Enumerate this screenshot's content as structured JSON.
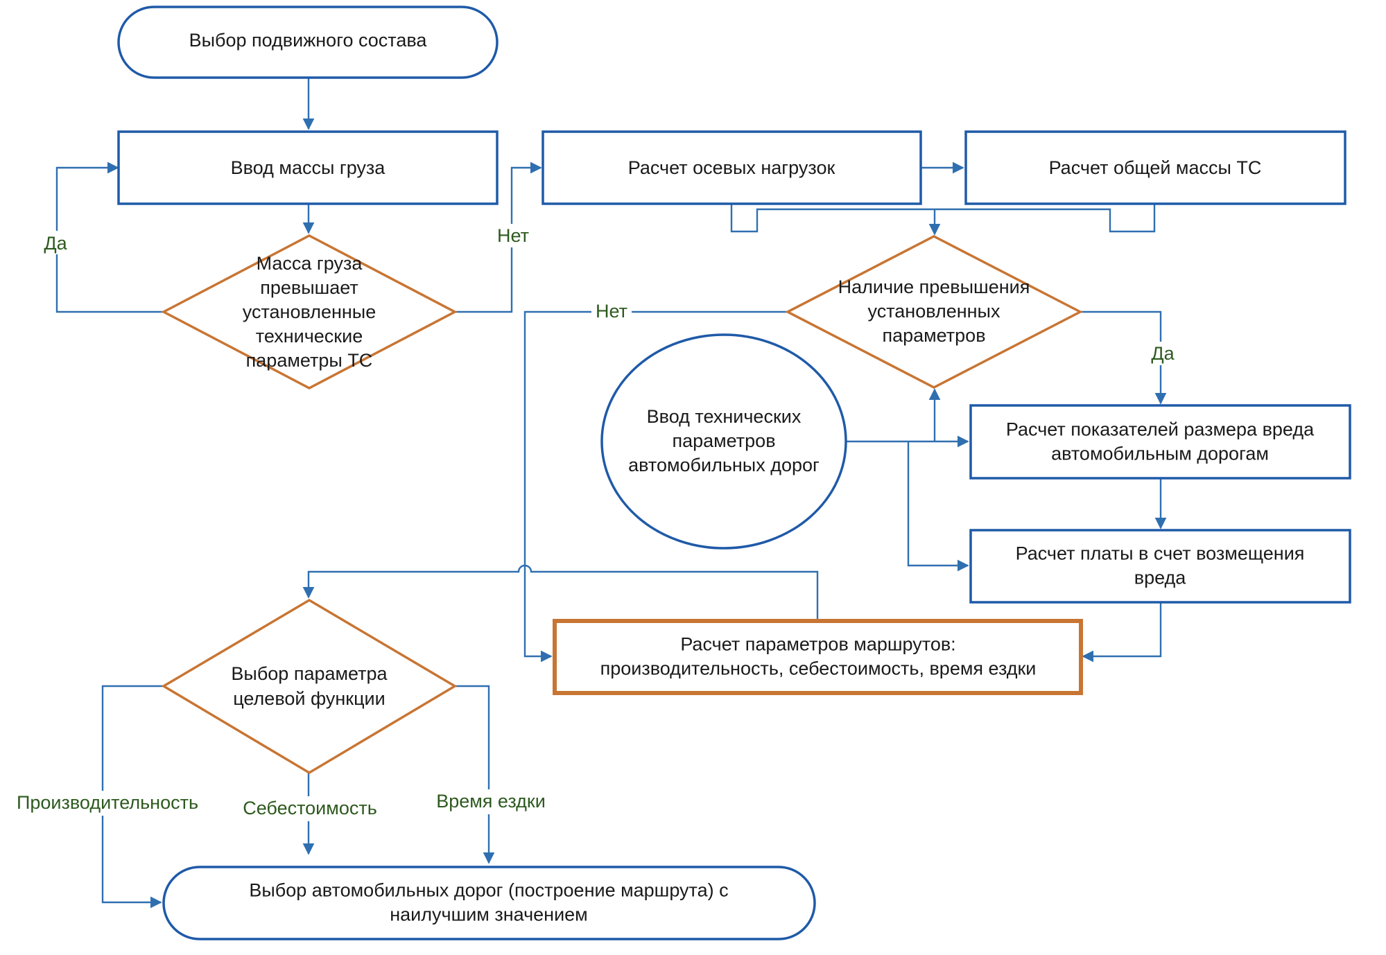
{
  "colors": {
    "node_border": "#1f5aa8",
    "decision_border": "#c87533",
    "connector": "#2f6fb0",
    "edge_label": "#2d5a1e",
    "text": "#1a1a1a"
  },
  "nodes": {
    "start": [
      "Выбор подвижного состава"
    ],
    "mass_input": [
      "Ввод массы груза"
    ],
    "axle_loads": [
      "Расчет осевых нагрузок"
    ],
    "total_mass": [
      "Расчет общей массы ТС"
    ],
    "check_mass": [
      "Масса груза",
      "превышает",
      "установленные",
      "технические",
      "параметры ТС"
    ],
    "check_exceed": [
      "Наличие превышения",
      "установленных",
      "параметров"
    ],
    "road_params": [
      "Ввод технических",
      "параметров",
      "автомобильных дорог"
    ],
    "damage_calc": [
      "Расчет показателей размера вреда",
      "автомобильным дорогам"
    ],
    "fee_calc": [
      "Расчет платы в счет возмещения",
      "вреда"
    ],
    "route_params": [
      "Расчет параметров маршрутов:",
      "производительность, себестоимость, время ездки"
    ],
    "select_param": [
      "Выбор параметра",
      "целевой функции"
    ],
    "end": [
      "Выбор автомобильных дорог (построение маршрута) с",
      "наилучшим значением"
    ]
  },
  "edge_labels": {
    "yes_left": "Да",
    "no_top": "Нет",
    "no_mid": "Нет",
    "yes_right": "Да",
    "productivity": "Производительность",
    "cost": "Себестоимость",
    "trip_time": "Время ездки"
  }
}
